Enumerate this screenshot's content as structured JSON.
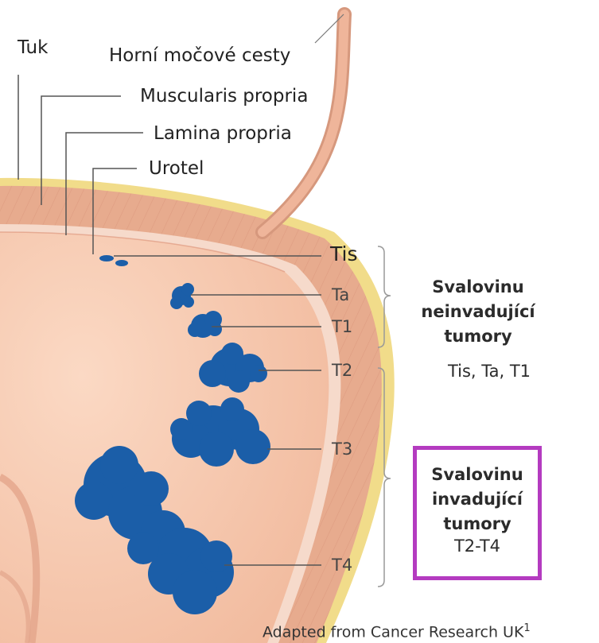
{
  "layers": {
    "fat": "Tuk",
    "upper_tract": "Horní močové cesty",
    "muscularis": "Muscularis propria",
    "lamina": "Lamina propria",
    "urothelium": "Urotel"
  },
  "stages": [
    "Tis",
    "Ta",
    "T1",
    "T2",
    "T3",
    "T4"
  ],
  "groups": {
    "non_invasive": {
      "title": [
        "Svalovinu",
        "neinvadující",
        "tumory"
      ],
      "stages": "Tis, Ta, T1"
    },
    "invasive": {
      "title": [
        "Svalovinu",
        "invadující",
        "tumory"
      ],
      "stages": "T2-T4"
    }
  },
  "source": {
    "text": "Adapted from Cancer Research UK",
    "ref": "1"
  },
  "colors": {
    "fat": "#f1dc8a",
    "muscle": "#e7ab8e",
    "lamina": "#f6dacb",
    "lumen": "#f7cdb4",
    "tumor": "#1b5ea8",
    "box": "#b43bc0",
    "leader": "#555555"
  }
}
